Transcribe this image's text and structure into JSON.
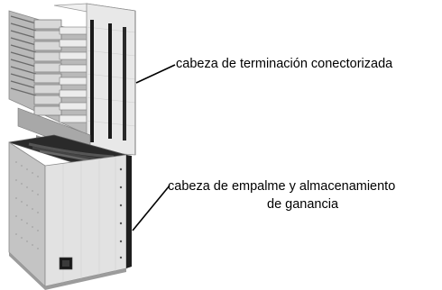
{
  "labels": {
    "top": "cabeza de terminación conectorizada",
    "bottom_line1": "cabeza de empalme y almacenamiento",
    "bottom_line2": "de ganancia"
  },
  "colors": {
    "text": "#000000",
    "leader_line": "#000000",
    "panel_light": "#e6e6e6",
    "panel_mid": "#cfcfcf",
    "panel_dark": "#9a9a9a",
    "slot_dark": "#1a1a1a"
  }
}
